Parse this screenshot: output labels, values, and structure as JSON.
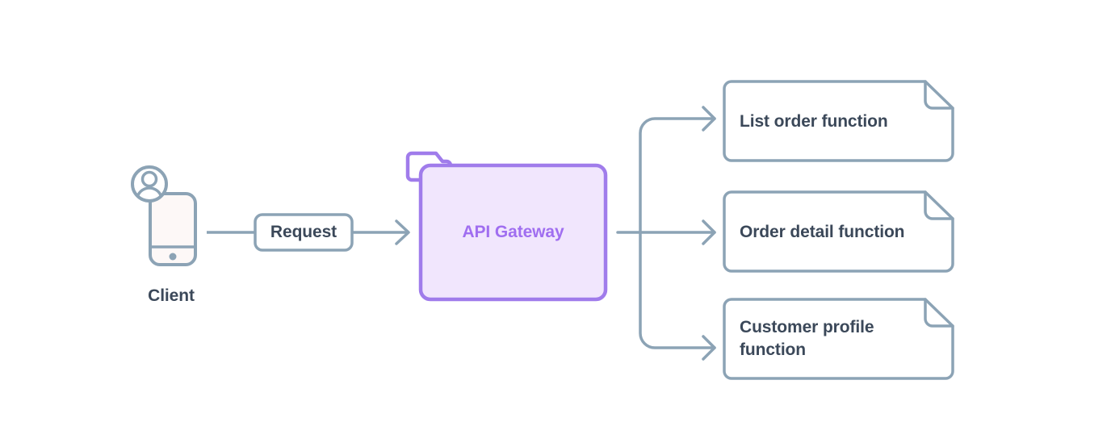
{
  "diagram": {
    "title": "API Gateway routing diagram",
    "background_color": "#ffffff",
    "colors": {
      "connector": "#8ca3b5",
      "node_stroke": "#8ca3b5",
      "node_fill": "#ffffff",
      "text": "#3b4859",
      "gateway_stroke": "#a07ceb",
      "gateway_fill": "#f1e6fd",
      "gateway_text": "#a06ef0",
      "device_fill": "#fdf8f7"
    },
    "client": {
      "label": "Client",
      "icon": "mobile-device-icon",
      "avatar_icon": "user-avatar-icon"
    },
    "request": {
      "label": "Request"
    },
    "gateway": {
      "label": "API Gateway",
      "shape": "folder"
    },
    "functions": [
      {
        "label": "List order function",
        "shape": "document-folded-corner"
      },
      {
        "label": "Order detail function",
        "shape": "document-folded-corner"
      },
      {
        "label": "Customer profile function",
        "shape": "document-folded-corner"
      }
    ],
    "connectors": [
      {
        "from": "client",
        "to": "request",
        "arrow": false
      },
      {
        "from": "request",
        "to": "gateway",
        "arrow": true
      },
      {
        "from": "gateway",
        "to": "list-order-function",
        "arrow": true
      },
      {
        "from": "gateway",
        "to": "order-detail-function",
        "arrow": true
      },
      {
        "from": "gateway",
        "to": "customer-profile-function",
        "arrow": true
      }
    ]
  }
}
